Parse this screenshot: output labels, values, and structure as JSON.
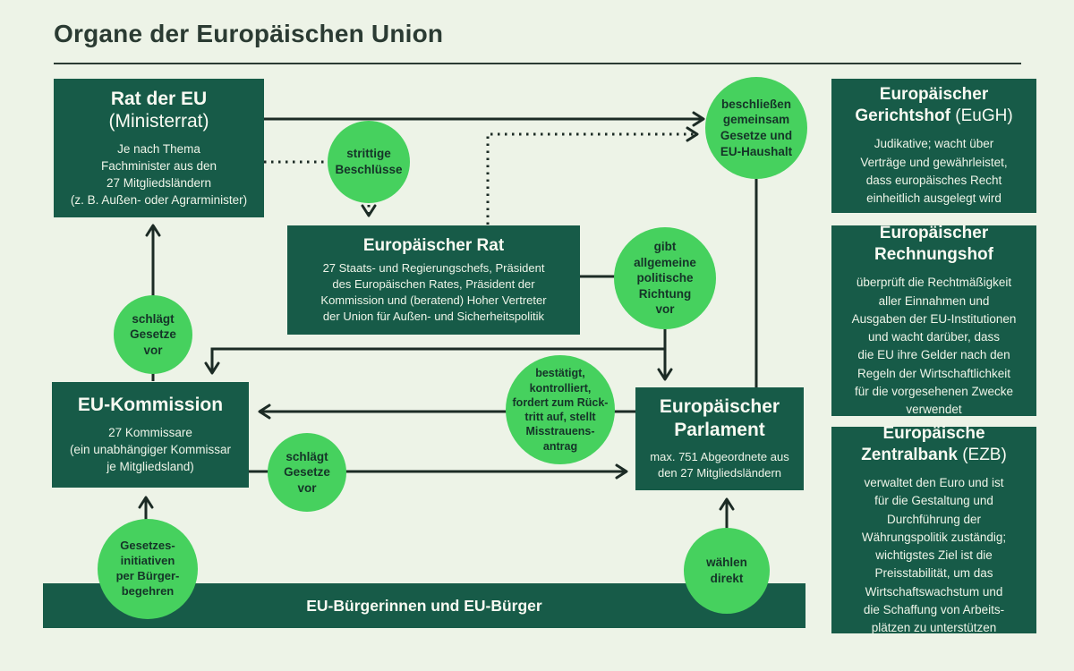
{
  "page": {
    "title": "Organe der Europäischen Union"
  },
  "diagram": {
    "boxes": {
      "rat": {
        "title": "Rat der EU",
        "paren": "(Ministerrat)",
        "body": [
          "Je nach Thema",
          "Fachminister aus den",
          "27 Mitgliedsländern",
          "(z. B. Außen- oder Agrarminister)"
        ]
      },
      "eurat": {
        "title": "Europäischer Rat",
        "body": [
          "27 Staats- und Regierungschefs, Präsident",
          "des Europäischen Rates, Präsident der",
          "Kommission und (beratend) Hoher Vertreter",
          "der Union für Außen- und Sicherheitspolitik"
        ]
      },
      "kommission": {
        "title": "EU-Kommission",
        "body": [
          "27 Kommissare",
          "(ein unabhängiger Kommissar",
          "je Mitgliedsland)"
        ]
      },
      "parlament": {
        "title": "Europäischer Parlament",
        "body": [
          "max. 751 Abgeordnete aus",
          "den 27 Mitgliedsländern"
        ]
      },
      "buerger": {
        "title": "EU-Bürgerinnen und EU-Bürger"
      }
    },
    "bubbles": {
      "strittige": [
        "strittige",
        "Beschlüsse"
      ],
      "beschliessen": [
        "beschließen",
        "gemeinsam",
        "Gesetze und",
        "EU-Haushalt"
      ],
      "richtung": [
        "gibt",
        "allgemeine",
        "politische",
        "Richtung",
        "vor"
      ],
      "schlaegt1": [
        "schlägt",
        "Gesetze",
        "vor"
      ],
      "bestaetigt": [
        "bestätigt,",
        "kontrolliert,",
        "fordert zum Rück-",
        "tritt auf, stellt",
        "Misstrauens-",
        "antrag"
      ],
      "schlaegt2": [
        "schlägt",
        "Gesetze",
        "vor"
      ],
      "initiative": [
        "Gesetzes-",
        "initiativen",
        "per Bürger-",
        "begehren"
      ],
      "waehlen": [
        "wählen",
        "direkt"
      ]
    },
    "sidebar": [
      {
        "title": "Europäischer Gerichtshof",
        "paren": "(EuGH)",
        "body": [
          "Judikative; wacht über",
          "Verträge und gewährleistet,",
          "dass europäisches Recht",
          "einheitlich ausgelegt wird"
        ]
      },
      {
        "title": "Europäischer Rechnungshof",
        "paren": "",
        "body": [
          "überprüft die Rechtmäßigkeit",
          "aller Einnahmen und",
          "Ausgaben der EU-Institutionen",
          "und wacht darüber, dass",
          "die EU ihre Gelder nach den",
          "Regeln der Wirtschaftlichkeit",
          "für die vorgesehenen Zwecke",
          "verwendet"
        ]
      },
      {
        "title": "Europäische Zentralbank",
        "paren": "(EZB)",
        "body": [
          "verwaltet den Euro und ist",
          "für die Gestaltung und",
          "Durchführung der",
          "Währungspolitik zuständig;",
          "wichtigstes Ziel ist die",
          "Preisstabilität, um das",
          "Wirtschaftswachstum und",
          "die Schaffung von Arbeits-",
          "plätzen zu unterstützen"
        ]
      }
    ],
    "colors": {
      "background": "#edf3e7",
      "box_green": "#175b48",
      "bubble_green": "#46d15e",
      "line": "#1c2b25",
      "heading_text": "#2b3b33",
      "box_text": "#eef4e8"
    }
  }
}
